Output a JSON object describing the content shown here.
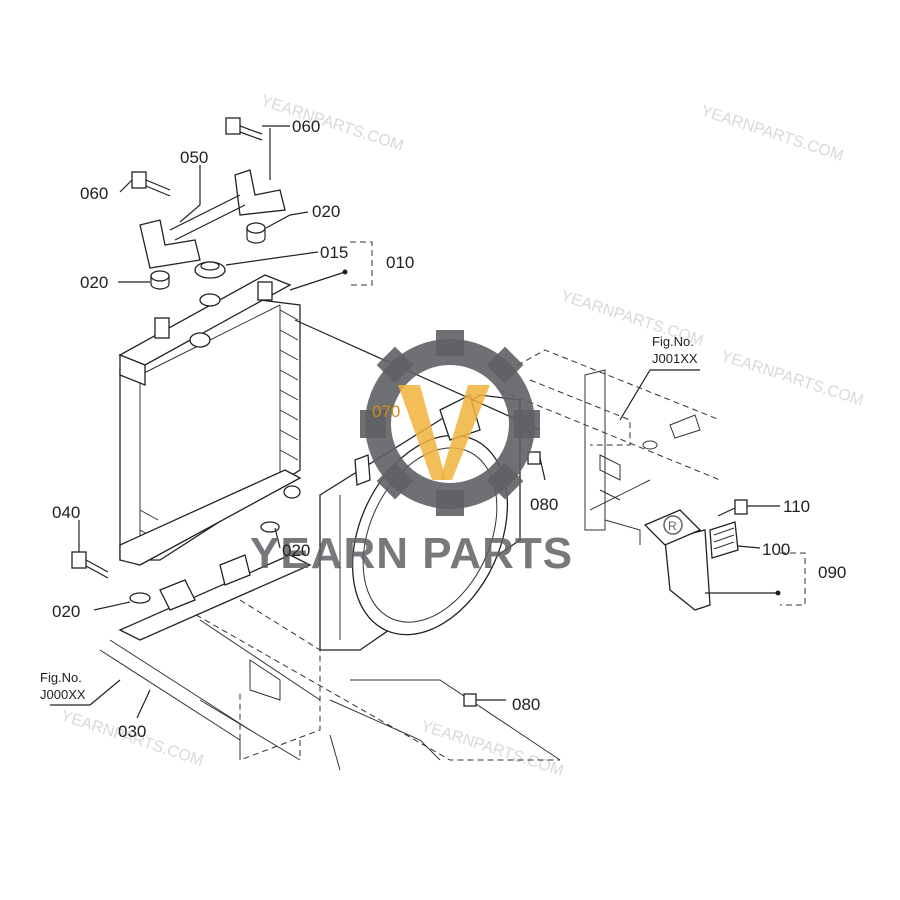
{
  "callouts": {
    "c060_top": "060",
    "c060_left": "060",
    "c050": "050",
    "c020_a": "020",
    "c015": "015",
    "c010": "010",
    "c020_b": "020",
    "c070": "070",
    "c080_a": "080",
    "c110": "110",
    "c100": "100",
    "c090": "090",
    "c040": "040",
    "c020_c": "020",
    "c020_d": "020",
    "c080_b": "080",
    "c030": "030"
  },
  "fig_refs": {
    "ref_right_title": "Fig.No.",
    "ref_right_code": "J001XX",
    "ref_left_title": "Fig.No.",
    "ref_left_code": "J000XX"
  },
  "watermark": {
    "brand": "YEARN PARTS",
    "registered": "R"
  },
  "colors": {
    "line": "#222222",
    "gear": "#5f6164",
    "accent": "#f0b33c",
    "highlight_label": "#d08a1a"
  }
}
